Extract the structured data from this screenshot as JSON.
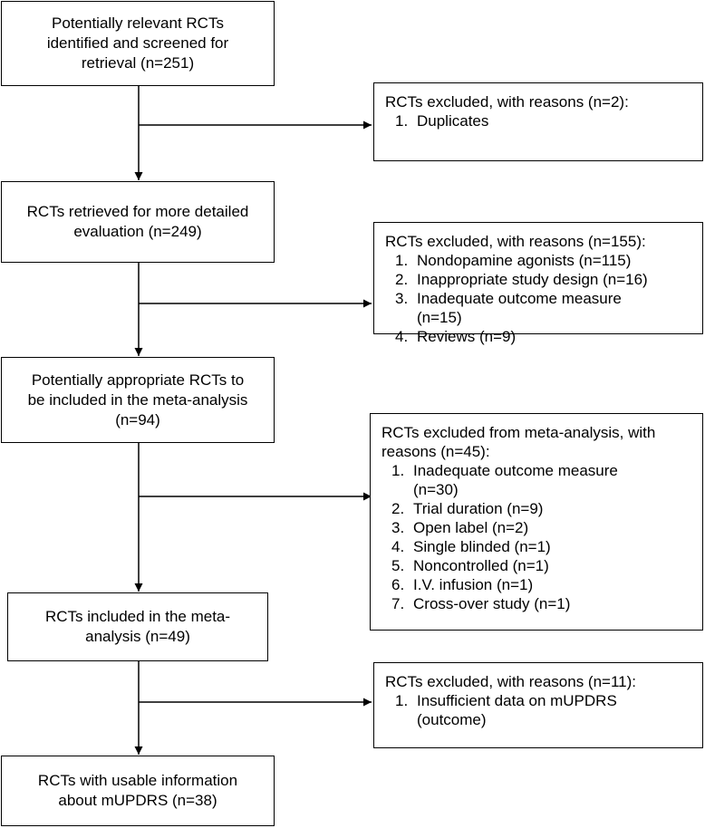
{
  "flow": {
    "steps": [
      {
        "lines": [
          "Potentially relevant RCTs",
          "identified and screened for",
          "retrieval (n=251)"
        ]
      },
      {
        "lines": [
          "RCTs retrieved for more detailed",
          "evaluation (n=249)"
        ]
      },
      {
        "lines": [
          "Potentially appropriate RCTs to",
          "be included in the meta-analysis",
          "(n=94)"
        ]
      },
      {
        "lines": [
          "RCTs included in the meta-",
          "analysis (n=49)"
        ]
      },
      {
        "lines": [
          "RCTs with usable information",
          "about mUPDRS (n=38)"
        ]
      }
    ],
    "exclusions": [
      {
        "head": [
          "RCTs excluded, with reasons (n=2):"
        ],
        "items": [
          {
            "num": "1.",
            "text": "Duplicates"
          }
        ]
      },
      {
        "head": [
          "RCTs excluded, with reasons (n=155):"
        ],
        "items": [
          {
            "num": "1.",
            "text": "Nondopamine agonists (n=115)"
          },
          {
            "num": "2.",
            "text": "Inappropriate study design (n=16)"
          },
          {
            "num": "3.",
            "text": "Inadequate outcome measure (n=15)"
          },
          {
            "num": "4.",
            "text": "Reviews (n=9)"
          }
        ]
      },
      {
        "head": [
          "RCTs excluded from meta-analysis, with",
          "reasons (n=45):"
        ],
        "items": [
          {
            "num": "1.",
            "text": "Inadequate outcome measure (n=30)"
          },
          {
            "num": "2.",
            "text": "Trial duration (n=9)"
          },
          {
            "num": "3.",
            "text": "Open label (n=2)"
          },
          {
            "num": "4.",
            "text": "Single blinded (n=1)"
          },
          {
            "num": "5.",
            "text": "Noncontrolled (n=1)"
          },
          {
            "num": "6.",
            "text": "I.V. infusion (n=1)"
          },
          {
            "num": "7.",
            "text": "Cross-over study (n=1)"
          }
        ]
      },
      {
        "head": [
          "RCTs excluded, with reasons (n=11):"
        ],
        "items": [
          {
            "num": "1.",
            "text": "Insufficient data on mUPDRS (outcome)"
          }
        ]
      }
    ]
  }
}
